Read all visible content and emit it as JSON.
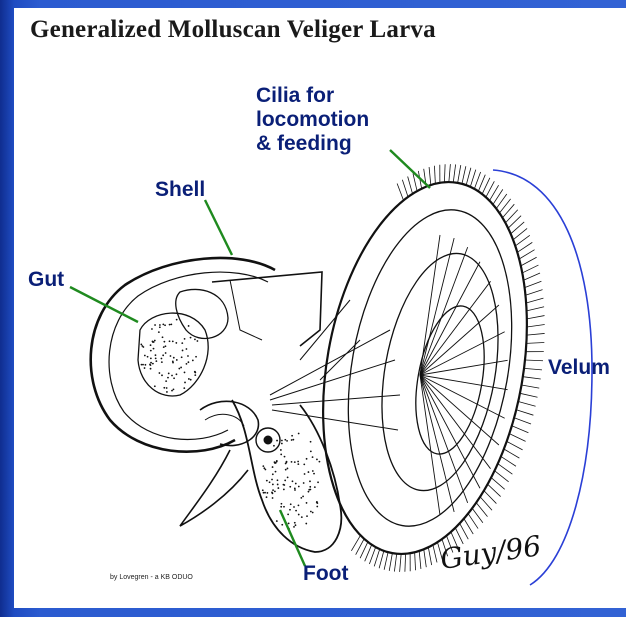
{
  "title": "Generalized Molluscan Veliger Larva",
  "labels": {
    "cilia_line1": "Cilia for",
    "cilia_line2": "locomotion",
    "cilia_line3": "& feeding",
    "shell": "Shell",
    "gut": "Gut",
    "velum": "Velum",
    "foot": "Foot"
  },
  "credit": "by Lovegren - a KB ODUO",
  "signature": "Guy/96",
  "colors": {
    "background": "#1b3fa8",
    "label_text": "#0a1f77",
    "leader_line": "#1f8a1f",
    "velum_bracket": "#2a3fd6",
    "drawing": "#111111"
  }
}
